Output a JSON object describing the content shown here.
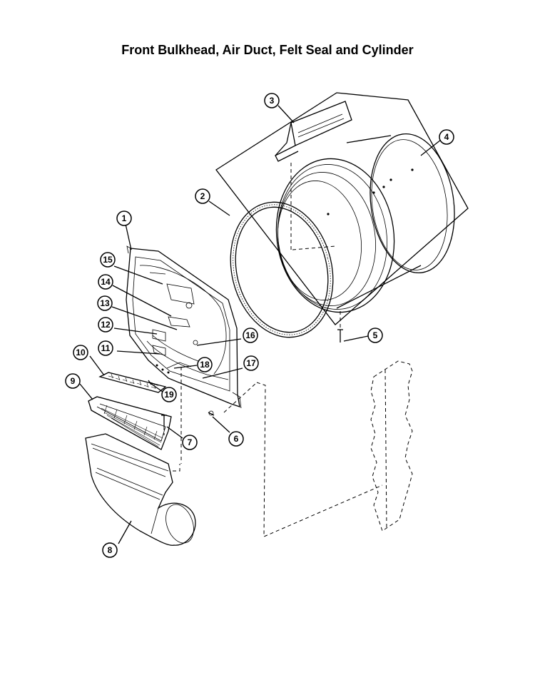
{
  "title": "Front Bulkhead, Air Duct, Felt Seal and Cylinder",
  "callouts": [
    "1",
    "2",
    "3",
    "4",
    "5",
    "6",
    "7",
    "8",
    "9",
    "10",
    "11",
    "12",
    "13",
    "14",
    "15",
    "16",
    "17",
    "18",
    "19"
  ]
}
